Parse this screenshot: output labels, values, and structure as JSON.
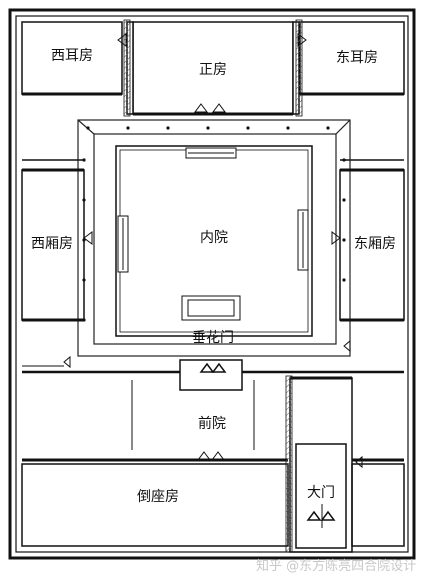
{
  "rooms": {
    "xierfang": "西耳房",
    "zhengfang": "正房",
    "dongerfang": "东耳房",
    "xixiangfang": "西厢房",
    "neiyuan": "内院",
    "dongxiangfang": "东厢房",
    "chuihuamen": "垂花门",
    "qianyuan": "前院",
    "daozuofang": "倒座房",
    "damen": "大门"
  },
  "watermark": "知乎 @东方陈亮四合院设计"
}
